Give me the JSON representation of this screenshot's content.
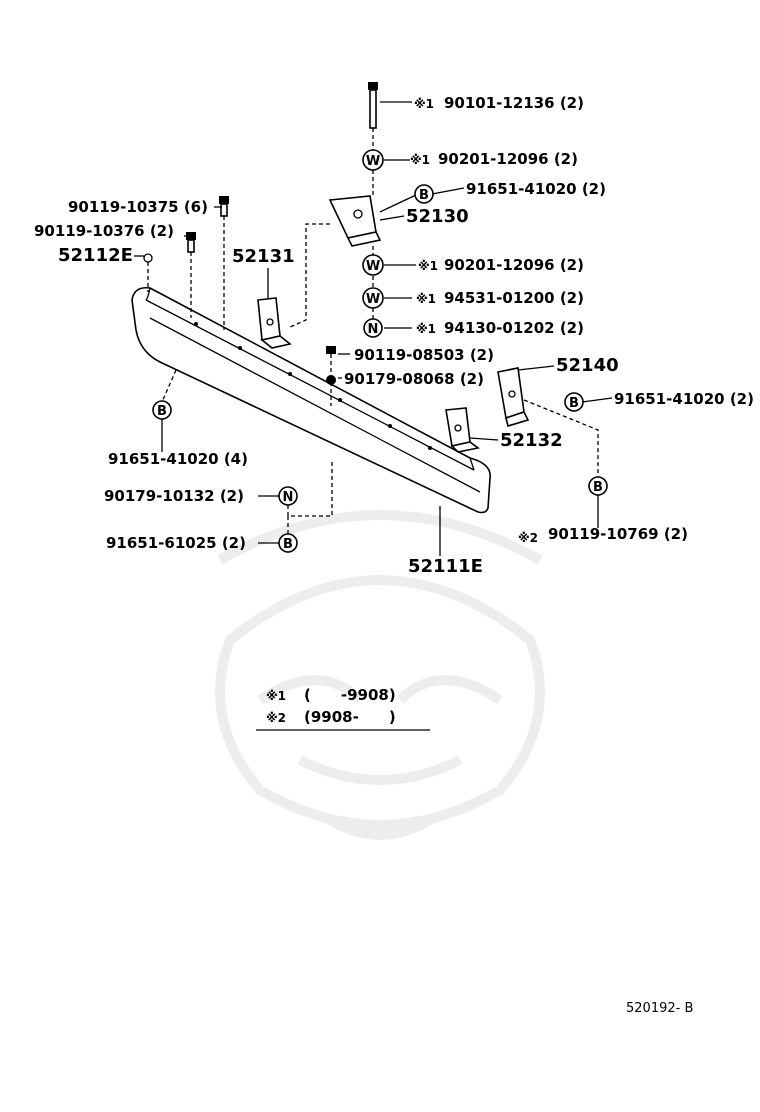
{
  "labels": {
    "p_90101": "90101-12136 (2)",
    "p_90201_a": "90201-12096 (2)",
    "p_91651_top": "91651-41020 (2)",
    "p_52130": "52130",
    "p_90201_b": "90201-12096 (2)",
    "p_94531": "94531-01200 (2)",
    "p_94130": "94130-01202 (2)",
    "p_90119_10375": "90119-10375 (6)",
    "p_90119_10376": "90119-10376 (2)",
    "p_52112e": "52112E",
    "p_52131": "52131",
    "p_90119_08503": "90119-08503 (2)",
    "p_90179_08068": "90179-08068 (2)",
    "p_52140": "52140",
    "p_91651_right": "91651-41020 (2)",
    "p_52132": "52132",
    "p_91651_left": "91651-41020 (4)",
    "p_90179_10132": "90179-10132 (2)",
    "p_91651_61025": "91651-61025 (2)",
    "p_90119_10769": "90119-10769 (2)",
    "p_52111e": "52111E"
  },
  "marks": {
    "ref1": "※1",
    "ref2": "※2",
    "w": "W",
    "b": "B",
    "n": "N"
  },
  "notes": {
    "note1_mark": "※1",
    "note1_text": "(　　-9908)",
    "note2_mark": "※2",
    "note2_text": "(9908-　　)"
  },
  "figure_id": "520192- B"
}
